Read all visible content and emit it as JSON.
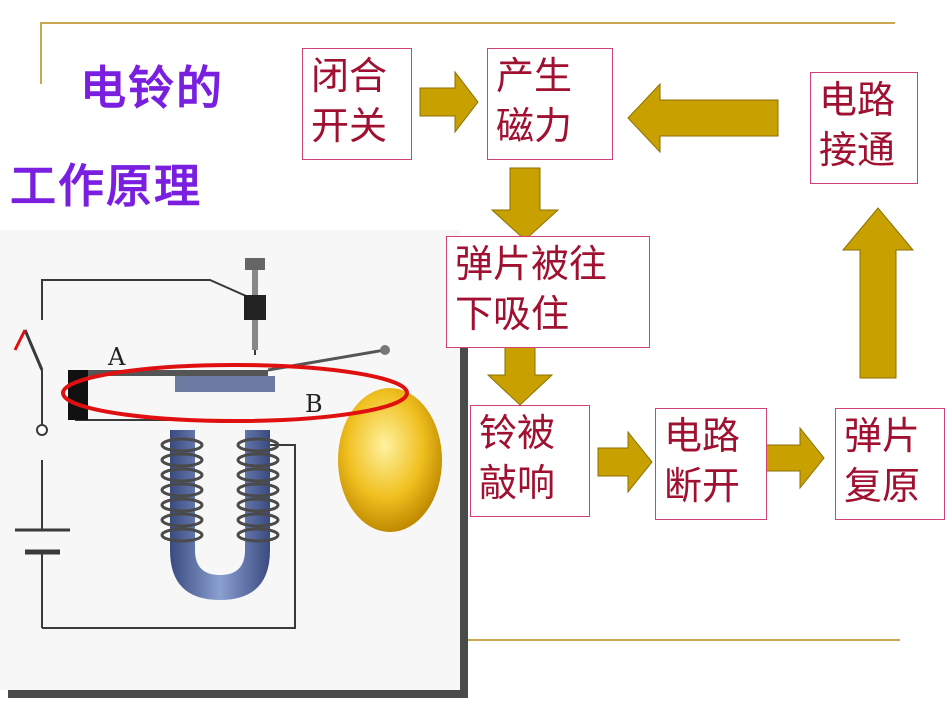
{
  "title": {
    "line1": "电铃的",
    "line2": "工作原理"
  },
  "labels": {
    "a": "A",
    "b": "B"
  },
  "flow": {
    "close_switch": [
      "闭合",
      "开关"
    ],
    "magnetism": [
      "产生",
      "磁力"
    ],
    "circuit_on": [
      "电路",
      "接通"
    ],
    "spring_pulled": [
      "弹片被往",
      "下吸住"
    ],
    "bell_rings": [
      "铃被",
      "敲响"
    ],
    "circuit_off": [
      "电路",
      "断开"
    ],
    "spring_reset": [
      "弹片",
      "复原"
    ]
  },
  "colors": {
    "title": "#7a1fe0",
    "box_text": "#a01030",
    "box_border": "#d0407a",
    "arrow": "#c8a000",
    "ellipse": "#e01010"
  }
}
